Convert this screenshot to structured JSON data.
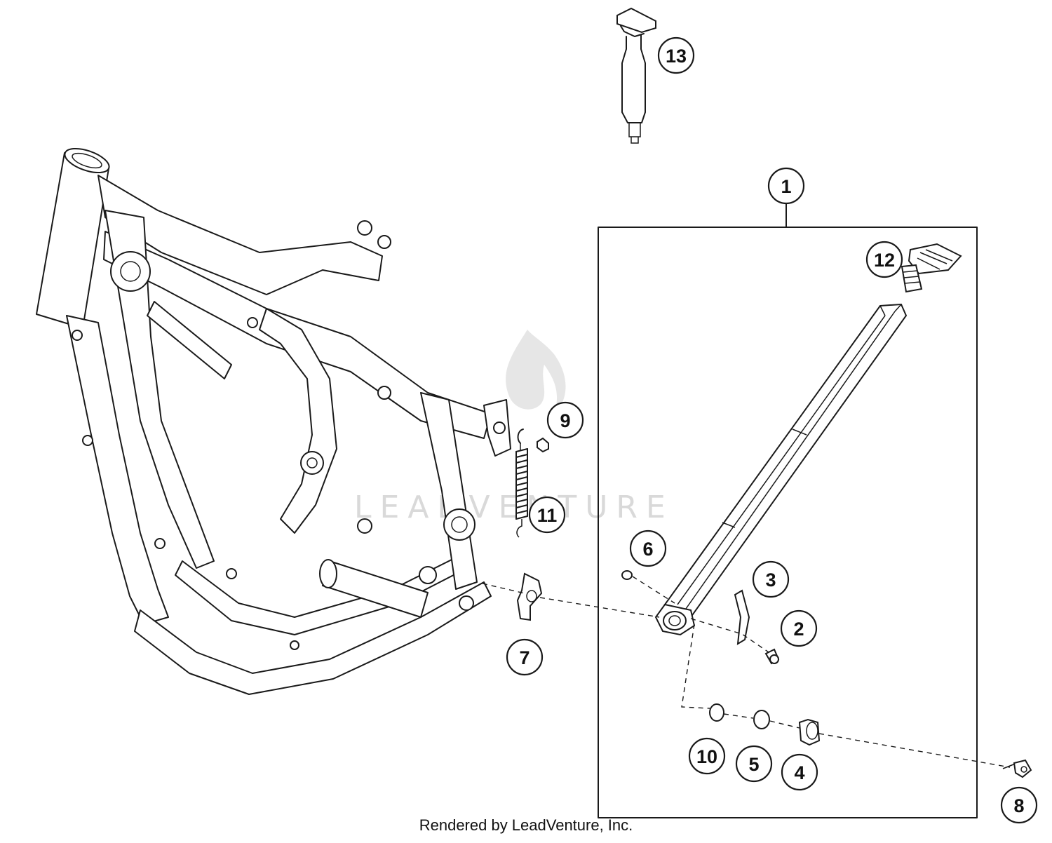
{
  "colors": {
    "line": "#1a1a1a",
    "background": "#ffffff",
    "watermark": "#d9d9d9"
  },
  "watermark": {
    "text": "LEADVENTURE"
  },
  "footer": {
    "text": "Rendered by LeadVenture, Inc."
  },
  "callouts": [
    {
      "id": "1",
      "label": "1",
      "part": "side-stand-assembly"
    },
    {
      "id": "2",
      "label": "2",
      "part": "screw"
    },
    {
      "id": "3",
      "label": "3",
      "part": "rubber-buffer"
    },
    {
      "id": "4",
      "label": "4",
      "part": "bushing"
    },
    {
      "id": "5",
      "label": "5",
      "part": "spacer-ring"
    },
    {
      "id": "6",
      "label": "6",
      "part": "nut"
    },
    {
      "id": "7",
      "label": "7",
      "part": "bracket"
    },
    {
      "id": "8",
      "label": "8",
      "part": "bolt"
    },
    {
      "id": "9",
      "label": "9",
      "part": "nut"
    },
    {
      "id": "10",
      "label": "10",
      "part": "o-ring"
    },
    {
      "id": "11",
      "label": "11",
      "part": "spring"
    },
    {
      "id": "12",
      "label": "12",
      "part": "side-stand-foot"
    },
    {
      "id": "13",
      "label": "13",
      "part": "tool"
    }
  ]
}
